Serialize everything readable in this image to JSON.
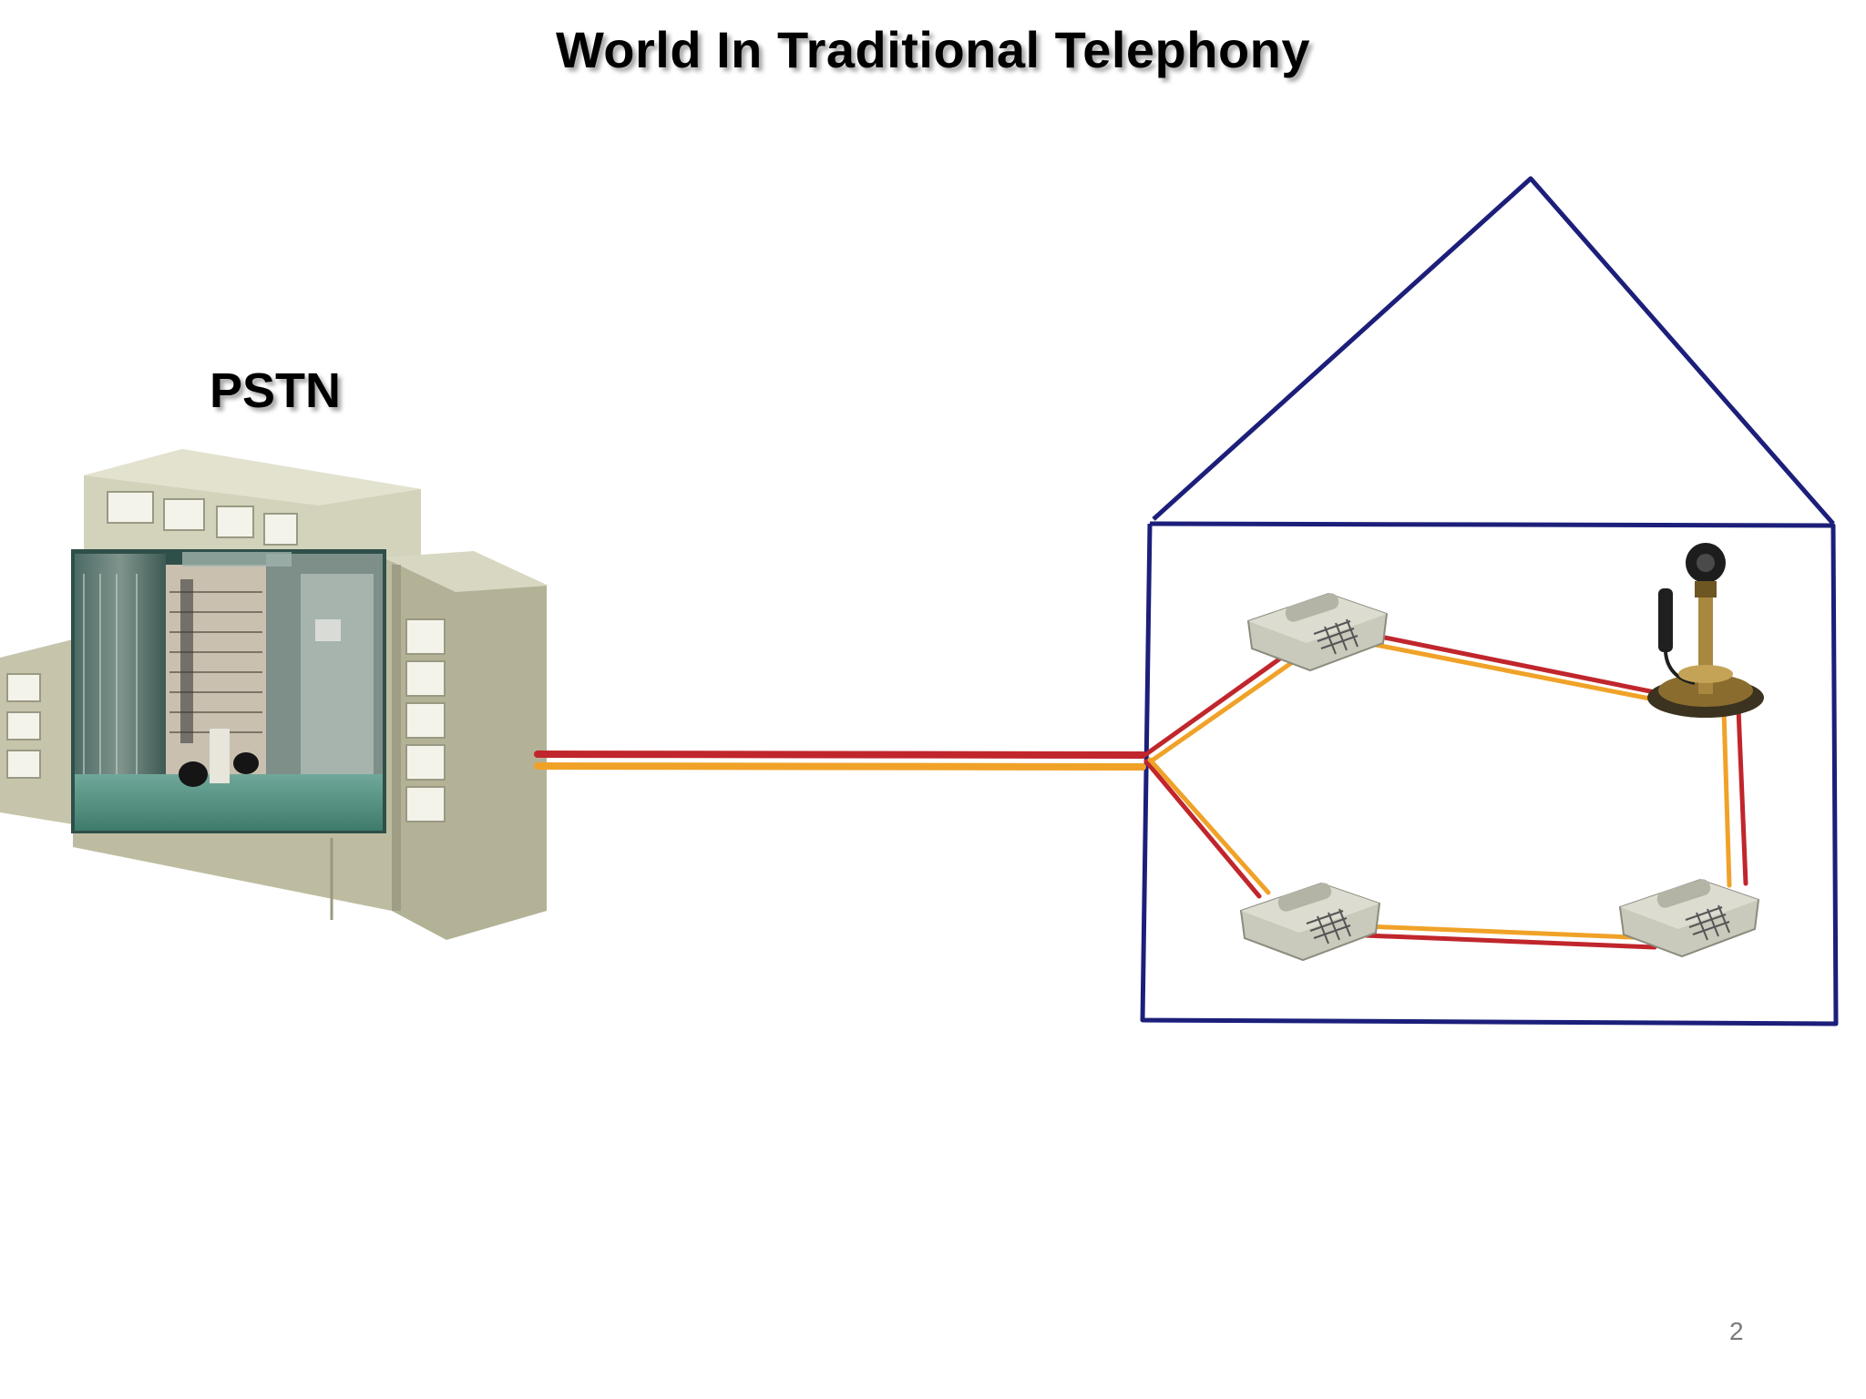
{
  "slide": {
    "title": "World In Traditional Telephony",
    "page_number": "2"
  },
  "pstn": {
    "label": "PSTN"
  },
  "house": {
    "phones": [
      "modern-phone-top-left",
      "candlestick-phone",
      "modern-phone-bottom-left",
      "modern-phone-bottom-right"
    ]
  },
  "colors": {
    "house_outline": "#1c1f7a",
    "wire_red": "#c0262c",
    "wire_orange": "#f0a228",
    "building": "#c7c6ac",
    "building_dark": "#a9a88d",
    "phone_body": "#c9c9bc"
  }
}
